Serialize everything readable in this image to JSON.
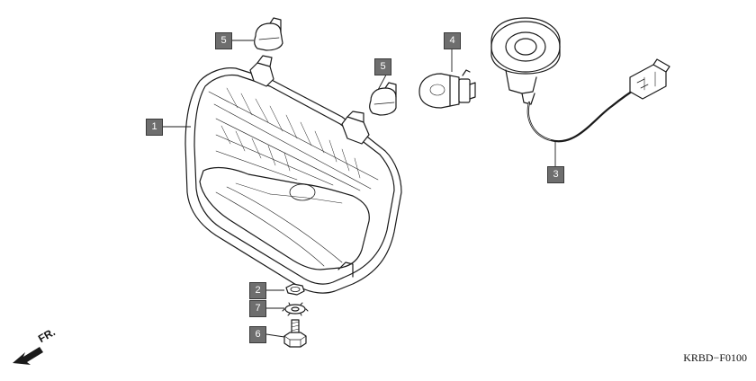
{
  "diagram": {
    "code": "KRBD−F0100",
    "direction_label": "FR.",
    "callouts": [
      {
        "id": "c1",
        "label": "1",
        "part": "headlight-unit"
      },
      {
        "id": "c5a",
        "label": "5",
        "part": "dust-cap-a"
      },
      {
        "id": "c5b",
        "label": "5",
        "part": "dust-cap-b"
      },
      {
        "id": "c4",
        "label": "4",
        "part": "headlight-bulb"
      },
      {
        "id": "c3",
        "label": "3",
        "part": "bulb-socket-harness"
      },
      {
        "id": "c2",
        "label": "2",
        "part": "nut"
      },
      {
        "id": "c7",
        "label": "7",
        "part": "lock-washer"
      },
      {
        "id": "c6",
        "label": "6",
        "part": "adjusting-screw"
      }
    ]
  }
}
